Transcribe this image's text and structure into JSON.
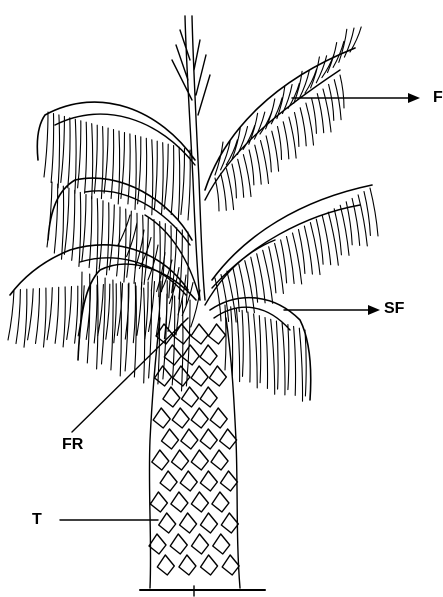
{
  "labels": {
    "frond": "F",
    "spear_frond": "SF",
    "fruit": "FR",
    "trunk": "T"
  },
  "colors": {
    "ink": "#000000",
    "background": "#ffffff"
  }
}
